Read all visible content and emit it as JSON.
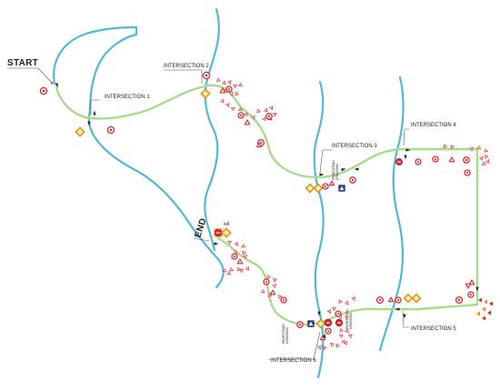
{
  "labels": {
    "start": "START",
    "end": "END",
    "x4": "x4",
    "intersection_1": "INTERSECTION 1",
    "intersection_2": "INTERSECTION 2",
    "intersection_3": "INTERSECTION 3",
    "intersection_4": "INTERSECTION 4",
    "intersection_5": "INTERSECTION 5",
    "intersection_6": "INTERSECTION 6",
    "ped_1a": "PEDESTRIAN",
    "ped_1b": "CROSSING",
    "ped_2a": "PEDESTRIAN",
    "ped_2b": "CROSSING",
    "ped_3a": "PEDESTRIAN",
    "ped_3b": "CROSSING"
  },
  "colors": {
    "river": "#4fb9d9",
    "route": "#a8dc8c",
    "sign_red": "#e0262d",
    "sign_orange": "#f08a1e",
    "diamond": "#f4c542",
    "blue_sign": "#1f3d8f",
    "leader": "#555555"
  },
  "icons": [
    "stop-sign-icon",
    "yield-sign-icon",
    "warning-triangle-icon",
    "priority-diamond-icon",
    "pedestrian-crossing-sign-icon",
    "direction-arrow-icon"
  ]
}
